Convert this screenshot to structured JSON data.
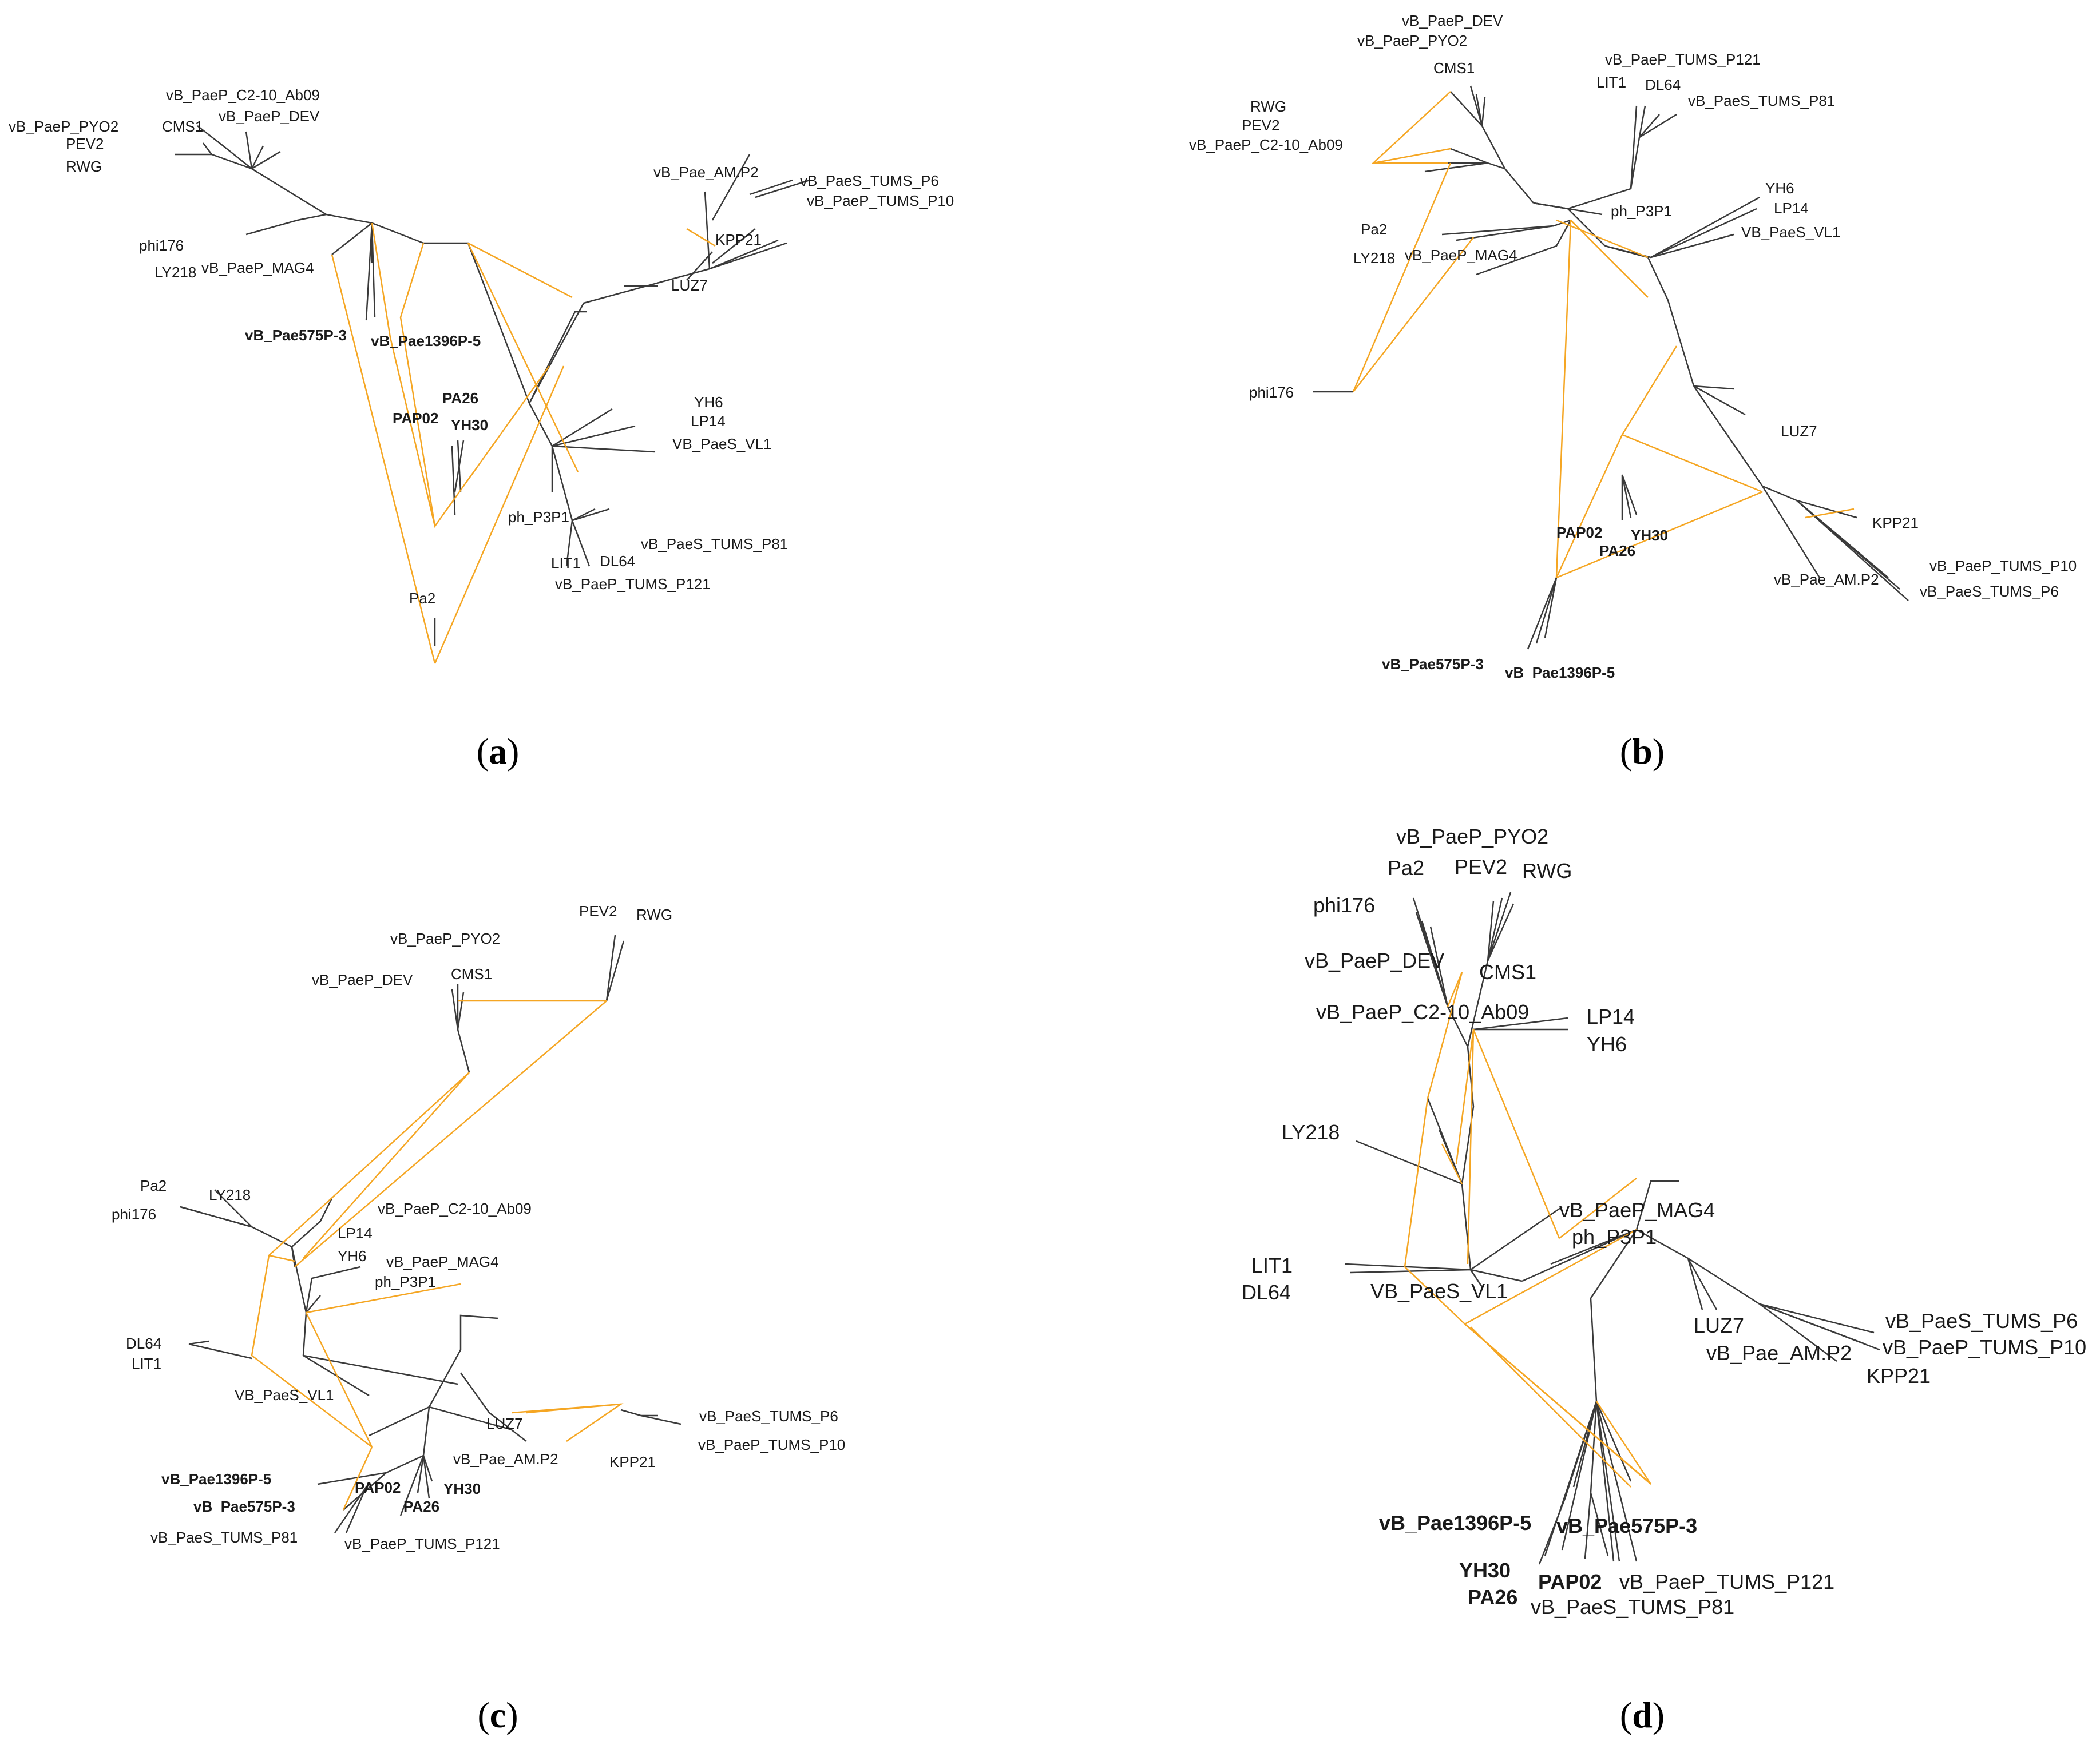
{
  "panels": [
    {
      "id": "a",
      "caption_letter": "a",
      "labels": [
        "vB_PaeP_C2-10_Ab09",
        "vB_PaeP_PYO2",
        "vB_PaeP_DEV",
        "CMS1",
        "PEV2",
        "RWG",
        "phi176",
        "LY218",
        "vB_PaeP_MAG4",
        "vB_Pae575P-3",
        "vB_Pae1396P-5",
        "PA26",
        "PAP02",
        "YH30",
        "Pa2",
        "vB_Pae_AM.P2",
        "vB_PaeS_TUMS_P6",
        "vB_PaeP_TUMS_P10",
        "KPP21",
        "LUZ7",
        "YH6",
        "LP14",
        "VB_PaeS_VL1",
        "ph_P3P1",
        "vB_PaeS_TUMS_P81",
        "LIT1",
        "DL64",
        "vB_PaeP_TUMS_P121"
      ]
    },
    {
      "id": "b",
      "caption_letter": "b",
      "labels": [
        "vB_PaeP_DEV",
        "vB_PaeP_PYO2",
        "CMS1",
        "RWG",
        "PEV2",
        "vB_PaeP_C2-10_Ab09",
        "vB_PaeP_TUMS_P121",
        "LIT1",
        "DL64",
        "vB_PaeS_TUMS_P81",
        "ph_P3P1",
        "YH6",
        "LP14",
        "VB_PaeS_VL1",
        "Pa2",
        "LY218",
        "vB_PaeP_MAG4",
        "phi176",
        "LUZ7",
        "PAP02",
        "YH30",
        "PA26",
        "KPP21",
        "vB_PaeP_TUMS_P10",
        "vB_Pae_AM.P2",
        "vB_PaeS_TUMS_P6",
        "vB_Pae575P-3",
        "vB_Pae1396P-5"
      ]
    },
    {
      "id": "c",
      "caption_letter": "c",
      "labels": [
        "PEV2",
        "RWG",
        "vB_PaeP_PYO2",
        "vB_PaeP_DEV",
        "CMS1",
        "Pa2",
        "LY218",
        "phi176",
        "vB_PaeP_C2-10_Ab09",
        "LP14",
        "YH6",
        "vB_PaeP_MAG4",
        "ph_P3P1",
        "DL64",
        "LIT1",
        "VB_PaeS_VL1",
        "LUZ7",
        "vB_PaeS_TUMS_P6",
        "vB_PaeP_TUMS_P10",
        "vB_Pae_AM.P2",
        "KPP21",
        "vB_Pae1396P-5",
        "PAP02",
        "YH30",
        "vB_Pae575P-3",
        "PA26",
        "vB_PaeS_TUMS_P81",
        "vB_PaeP_TUMS_P121"
      ]
    },
    {
      "id": "d",
      "caption_letter": "d",
      "labels": [
        "vB_PaeP_PYO2",
        "Pa2",
        "PEV2",
        "RWG",
        "phi176",
        "vB_PaeP_DEV",
        "CMS1",
        "vB_PaeP_C2-10_Ab09",
        "LP14",
        "YH6",
        "LY218",
        "vB_PaeP_MAG4",
        "ph_P3P1",
        "LIT1",
        "DL64",
        "VB_PaeS_VL1",
        "LUZ7",
        "vB_PaeS_TUMS_P6",
        "vB_Pae_AM.P2",
        "vB_PaeP_TUMS_P10",
        "KPP21",
        "vB_Pae1396P-5",
        "vB_Pae575P-3",
        "YH30",
        "PAP02",
        "vB_PaeP_TUMS_P121",
        "PA26",
        "vB_PaeS_TUMS_P81"
      ]
    }
  ],
  "colors": {
    "tree_edge": "#3a3a3a",
    "reticulation_edge": "#f5a623"
  }
}
